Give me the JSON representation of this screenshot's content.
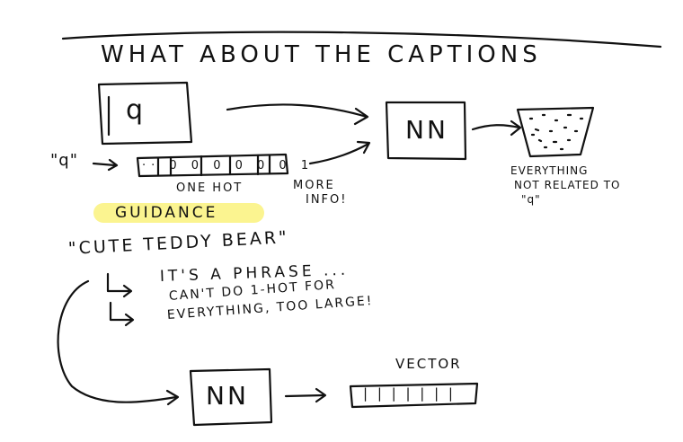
{
  "title": "WHAT ABOUT THE CAPTIONS",
  "image_box_label": "q",
  "input_quote": "\"q\"",
  "onehot_cells": "·· 0 0 0 0 0 0 1",
  "onehot_label": "ONE HOT",
  "more_info": [
    "MORE",
    "INFO!"
  ],
  "nn_label": "NN",
  "output_label": [
    "EVERYTHING",
    "NOT RELATED TO",
    "\"q\""
  ],
  "guidance": "GUIDANCE",
  "phrase": "\"CUTE TEDDY BEAR\"",
  "notes": [
    "IT'S A PHRASE ...",
    "CAN'T DO 1-HOT FOR",
    "EVERYTHING, TOO LARGE!"
  ],
  "vector_label": "VECTOR",
  "vector_cells": "| | | | | | |",
  "colors": {
    "ink": "#111111",
    "highlight": "#fbf38a"
  }
}
